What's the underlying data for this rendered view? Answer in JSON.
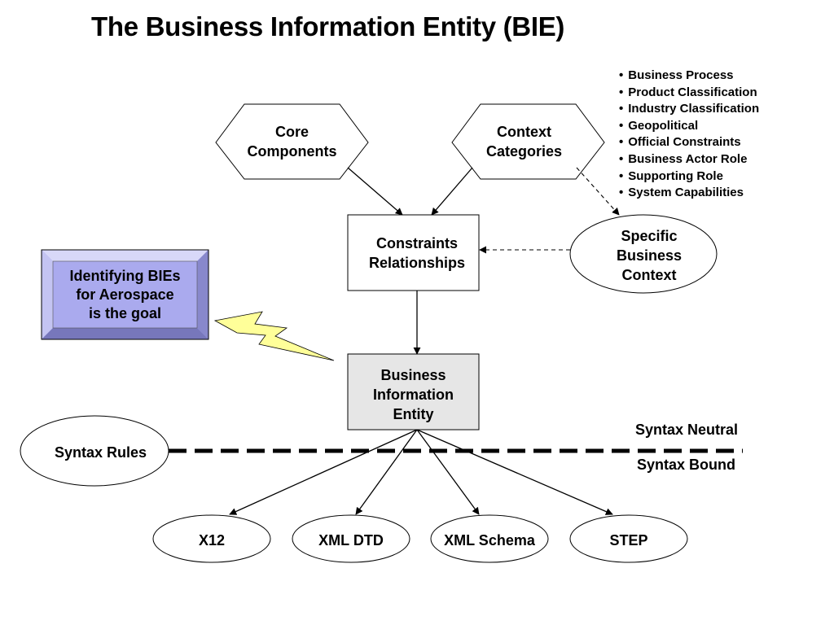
{
  "title": "The Business Information Entity (BIE)",
  "nodes": {
    "core_components": [
      "Core",
      "Components"
    ],
    "context_categories": [
      "Context",
      "Categories"
    ],
    "constraints_relationships": [
      "Constraints",
      "Relationships"
    ],
    "specific_business_context": [
      "Specific",
      "Business",
      "Context"
    ],
    "business_information_entity": [
      "Business",
      "Information",
      "Entity"
    ],
    "goal": [
      "Identifying BIEs",
      "for Aerospace",
      "is the goal"
    ],
    "syntax_rules": "Syntax Rules",
    "x12": "X12",
    "xml_dtd": "XML DTD",
    "xml_schema": "XML Schema",
    "step": "STEP"
  },
  "context_category_list": [
    "Business Process",
    "Product Classification",
    "Industry Classification",
    "Geopolitical",
    "Official Constraints",
    "Business Actor Role",
    "Supporting Role",
    "System Capabilities"
  ],
  "syntax_neutral": "Syntax Neutral",
  "syntax_bound": "Syntax Bound",
  "colors": {
    "goal_fill": "#aaaaee",
    "goal_dark": "#7777bb",
    "goal_light": "#d8d8f8",
    "bie_fill": "#e6e6e6",
    "lightning": "#ffff99"
  },
  "icons": {
    "lightning": "lightning-bolt-icon"
  }
}
